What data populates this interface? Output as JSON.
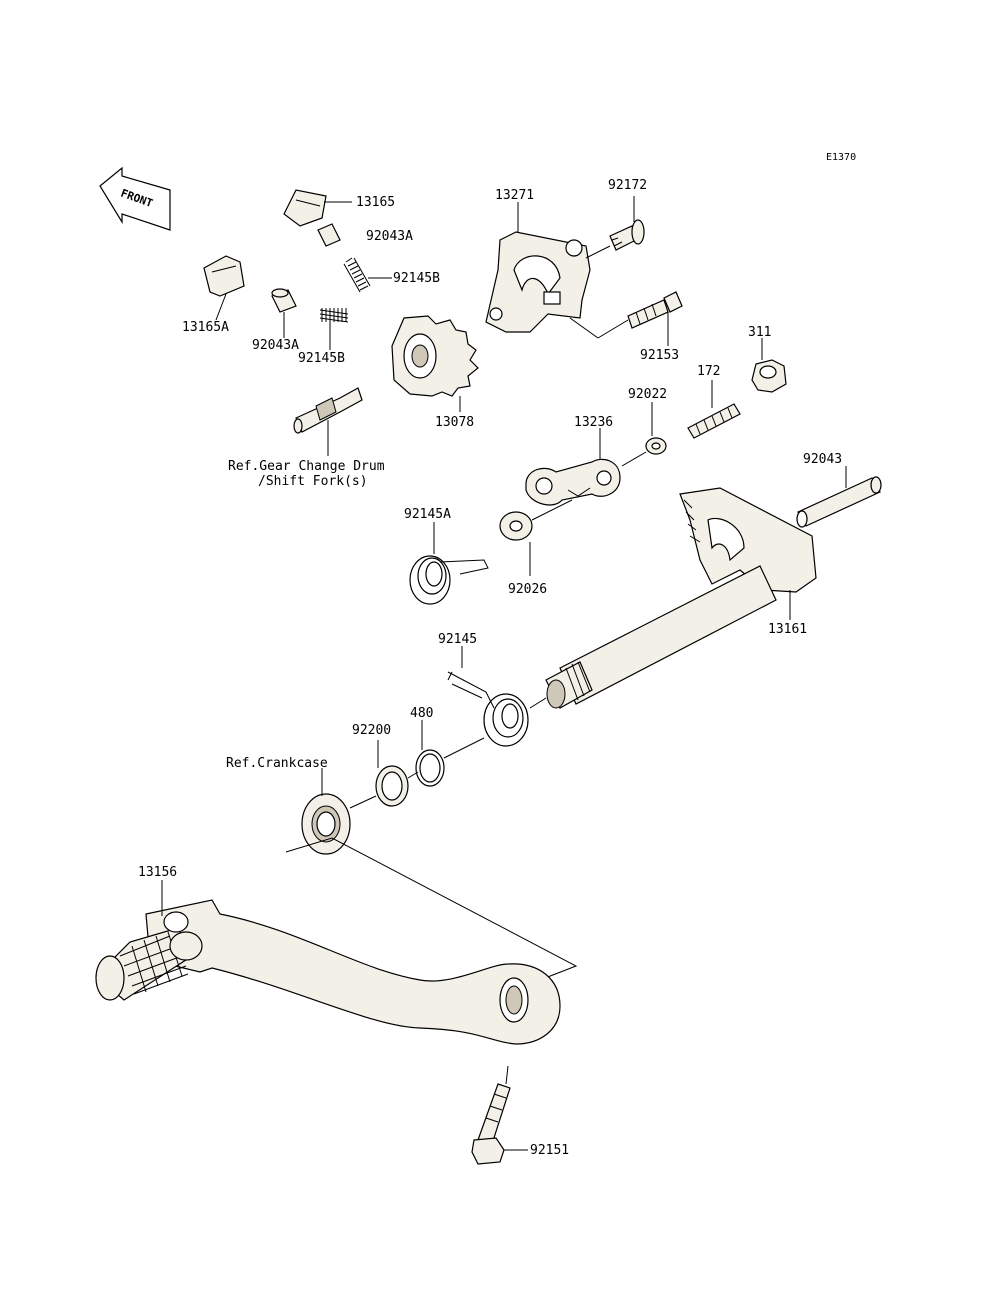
{
  "diagram_code": "E1370",
  "front_label": "FRONT",
  "parts": {
    "p13165": "13165",
    "p92043A_top": "92043A",
    "p92145B_top": "92145B",
    "p13165A": "13165A",
    "p92043A_left": "92043A",
    "p92145B_left": "92145B",
    "p13271": "13271",
    "p92172": "92172",
    "p92153": "92153",
    "p311": "311",
    "p172": "172",
    "p92022": "92022",
    "p13236": "13236",
    "p13078": "13078",
    "p92043": "92043",
    "p92145A": "92145A",
    "p92026": "92026",
    "p13161": "13161",
    "p92145": "92145",
    "p480": "480",
    "p92200": "92200",
    "p13156": "13156",
    "p92151": "92151"
  },
  "refs": {
    "gear_change_line1": "Ref.Gear Change Drum",
    "gear_change_line2": "/Shift Fork(s)",
    "crankcase": "Ref.Crankcase"
  }
}
